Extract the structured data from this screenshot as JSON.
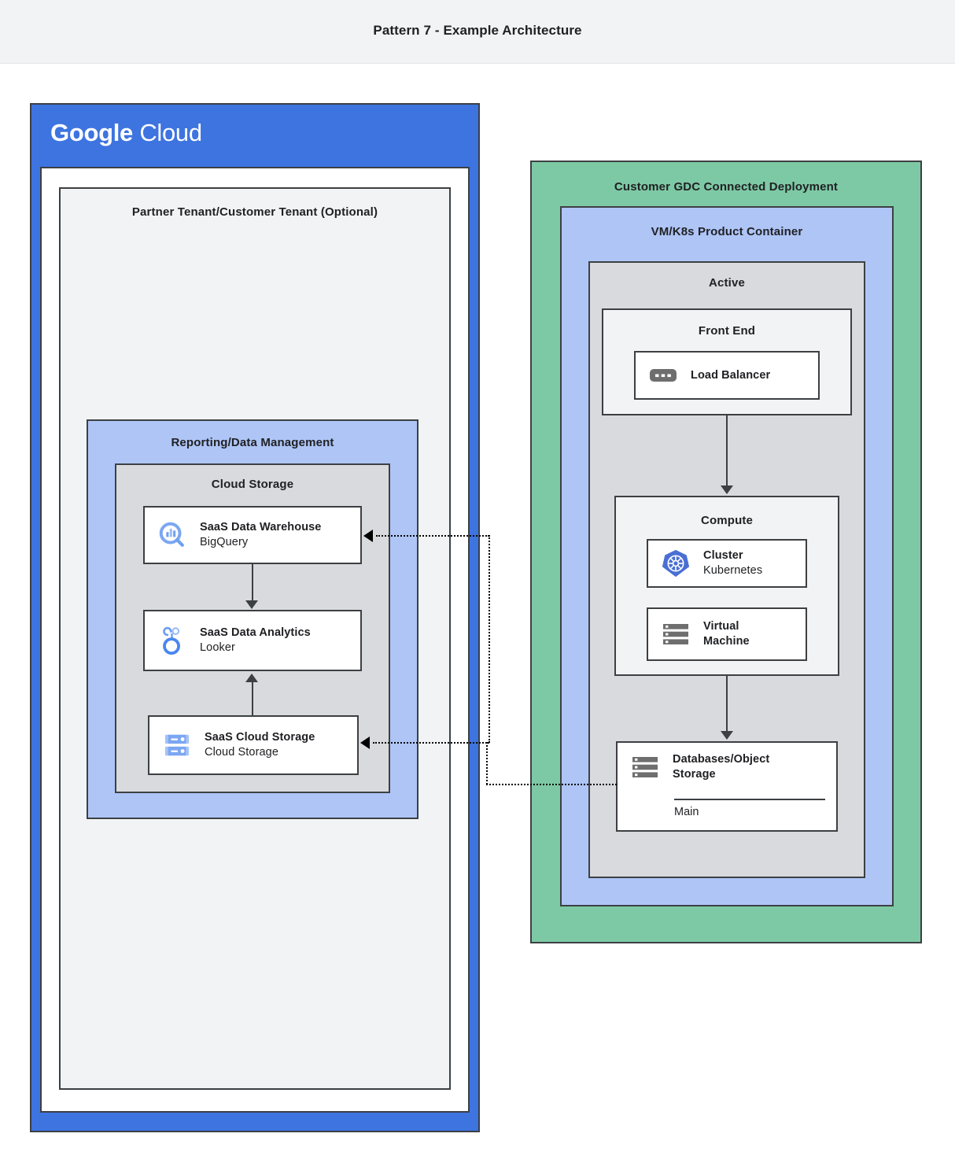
{
  "header": {
    "title": "Pattern 7 - Example Architecture"
  },
  "colors": {
    "google_blue": "#3d74e0",
    "light_blue": "#aec5f6",
    "green": "#7ec9a5",
    "gray": "#d9dadd",
    "light_gray": "#f1f3f4",
    "border": "#3c4043",
    "icon_blue": "#4285f4",
    "icon_gray": "#6e6e6e"
  },
  "google_cloud": {
    "logo_bold": "Google",
    "logo_light": "Cloud",
    "partner_tenant": {
      "title": "Partner Tenant/Customer Tenant (Optional)",
      "reporting": {
        "title": "Reporting/Data Management",
        "cloud_storage_group": {
          "title": "Cloud Storage",
          "nodes": [
            {
              "icon": "bigquery-icon",
              "label": "SaaS Data Warehouse",
              "sub": "BigQuery"
            },
            {
              "icon": "looker-icon",
              "label": "SaaS Data Analytics",
              "sub": "Looker"
            },
            {
              "icon": "cloud-storage-icon",
              "label": "SaaS Cloud Storage",
              "sub": "Cloud Storage"
            }
          ]
        }
      }
    }
  },
  "customer_gdc": {
    "title": "Customer GDC Connected Deployment",
    "vm_k8s": {
      "title": "VM/K8s Product Container",
      "active": {
        "title": "Active",
        "frontend": {
          "title": "Front End",
          "node": {
            "icon": "load-balancer-icon",
            "label": "Load Balancer",
            "sub": ""
          }
        },
        "compute": {
          "title": "Compute",
          "nodes": [
            {
              "icon": "kubernetes-icon",
              "label": "Cluster",
              "sub": "Kubernetes"
            },
            {
              "icon": "virtual-machine-icon",
              "label": "Virtual",
              "label2": "Machine",
              "sub": ""
            }
          ]
        },
        "database": {
          "icon": "database-icon",
          "label": "Databases/Object",
          "label2": "Storage",
          "detail": "Main"
        }
      }
    }
  }
}
